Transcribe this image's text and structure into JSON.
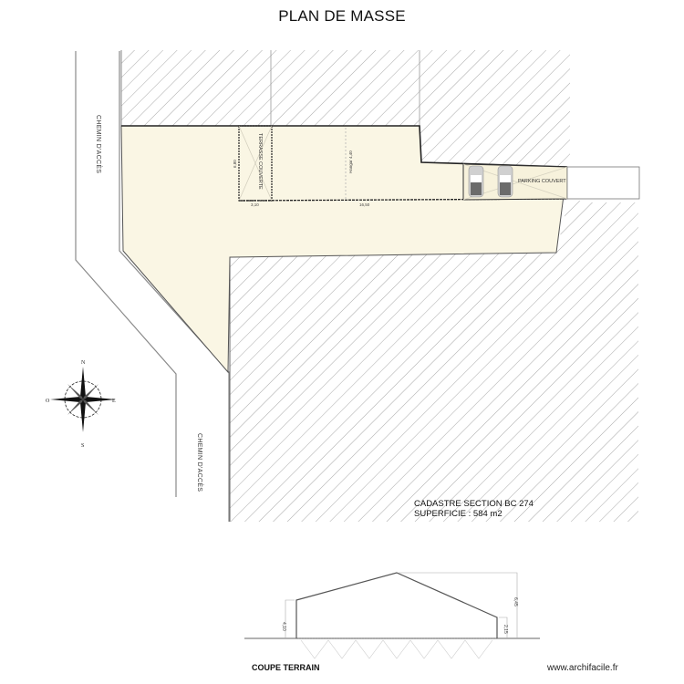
{
  "title": "PLAN DE MASSE",
  "roads": {
    "road_top_label": "CHEMIN D'ACCÈS",
    "road_bottom_label": "CHEMIN D'ACCÈS"
  },
  "plan": {
    "terrace_label": "TERRASSE COUVERTE",
    "terrace_height": "6,80",
    "terrace_width": "3,10",
    "hangar_label": "Hangar 4,40",
    "hangar_width": "16,50",
    "parking_label": "PARKING COUVERT",
    "parcel_fill": "#faf6e4",
    "hatch_color": "#9a9a9a"
  },
  "compass": {
    "north": "N",
    "south": "S",
    "east": "E",
    "west": "O"
  },
  "cadastre": {
    "line1": "CADASTRE SECTION BC 274",
    "line2": "SUPERFICIE : 584 m2"
  },
  "section": {
    "title": "COUPE TERRAIN",
    "left_height": "4,10",
    "ridge_height": "6,45",
    "right_height": "2,15"
  },
  "footer": {
    "website": "www.archifacile.fr"
  }
}
